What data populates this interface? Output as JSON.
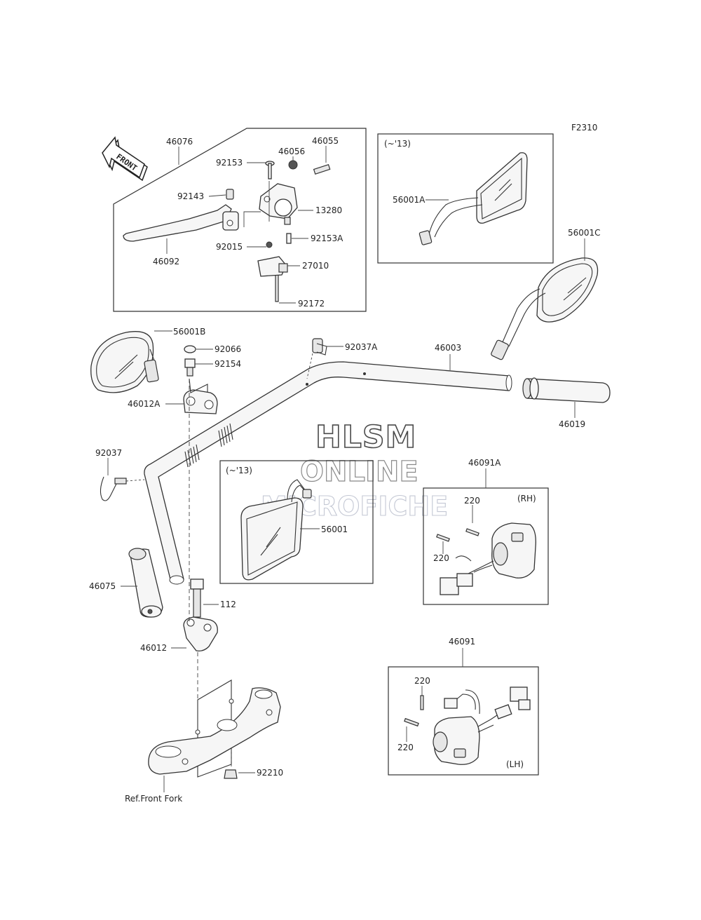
{
  "figure_code": "F2310",
  "front_label": "FRONT",
  "inset_labels": {
    "top_mirror": "(~'13)",
    "center_mirror": "(~'13)",
    "rh_switch": "(RH)",
    "lh_switch": "(LH)"
  },
  "ref_note": "Ref.Front Fork",
  "watermark": {
    "line1": "HLSM",
    "line2": "ONLINE",
    "line3": "MICROFICHE"
  },
  "parts": {
    "p46076": "46076",
    "p46055": "46055",
    "p92153": "92153",
    "p46056": "46056",
    "p92143": "92143",
    "p13280": "13280",
    "p92015": "92015",
    "p92153A": "92153A",
    "p46092": "46092",
    "p27010": "27010",
    "p92172": "92172",
    "p56001A": "56001A",
    "p56001C": "56001C",
    "p56001B": "56001B",
    "p92066": "92066",
    "p92037A": "92037A",
    "p46003": "46003",
    "p92154": "92154",
    "p46012A": "46012A",
    "p46019": "46019",
    "p92037": "92037",
    "p46091A": "46091A",
    "p220_rh1": "220",
    "p56001": "56001",
    "p220_rh2": "220",
    "p46075": "46075",
    "p112": "112",
    "p46012": "46012",
    "p46091": "46091",
    "p220_lh1": "220",
    "p220_lh2": "220",
    "p92210": "92210"
  },
  "icons": [
    "front-arrow-icon",
    "lever-icon",
    "mirror-icon",
    "handlebar-icon",
    "grip-icon",
    "switch-housing-icon",
    "triple-clamp-icon"
  ]
}
